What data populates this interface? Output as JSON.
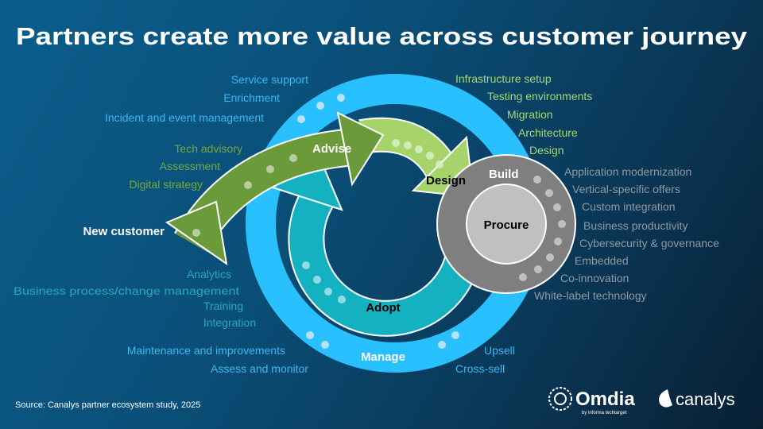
{
  "title": "Partners create more value across customer journey",
  "stages": {
    "advise": "Advise",
    "design": "Design",
    "build": "Build",
    "procure": "Procure",
    "adopt": "Adopt",
    "manage": "Manage",
    "new_customer": "New customer"
  },
  "manage_items_top": [
    "Service support",
    "Enrichment",
    "Incident and event management"
  ],
  "advise_items": [
    "Tech advisory",
    "Assessment",
    "Digital strategy"
  ],
  "design_items": [
    "Infrastructure setup",
    "Testing environments",
    "Migration",
    "Architecture",
    "Design"
  ],
  "build_items": [
    "Application modernization",
    "Vertical-specific offers",
    "Custom integration",
    "Business productivity",
    "Cybersecurity & governance",
    "Embedded",
    "Co-innovation",
    "White-label technology"
  ],
  "adopt_items": [
    "Analytics",
    "Business process/change management",
    "Training",
    "Integration"
  ],
  "manage_items_bottom_left": [
    "Maintenance and improvements",
    "Assess and monitor"
  ],
  "manage_items_bottom_right": [
    "Upsell",
    "Cross-sell"
  ],
  "source": "Source: Canalys partner ecosystem study, 2025",
  "logos": {
    "omdia": "Omdia",
    "omdia_sub": "by informa techtarget",
    "canalys": "canalys"
  },
  "colors": {
    "manage": "#29c0ff",
    "advise": "#6a9a3a",
    "design": "#a6d46a",
    "adopt": "#14b1c1",
    "build": "#7f7f7f",
    "procure": "#c0c0c0"
  }
}
